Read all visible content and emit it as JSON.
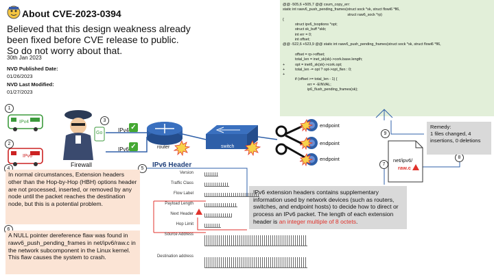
{
  "title": "About CVE-2023-0394",
  "belief": "Believed that this design weakness already been fixed before CVE release to public. So do not worry about that.",
  "date": "30th Jan 2023",
  "nvd": {
    "published_label": "NVD Published Date:",
    "published": "01/26/2023",
    "modified_label": "NVD Last Modified:",
    "modified": "01/27/2023"
  },
  "code": [
    "@@ -505,6 +505,7 @@ csum_copy_err:",
    "static int rawv6_push_pending_frames(struct sock *sk, struct flowi6 *fl6,",
    "                                                               struct raw6_sock *rp)",
    "{",
    "            struct ipv6_txoptions *opt;",
    "            struct sk_buff *skb;",
    "            int err = 0;",
    "            int offset;",
    "@@ -522,6 +523,9 @@ static int rawv6_push_pending_frames(struct sock *sk, struct flowi6 *fl6,",
    "",
    "            offset = rp->offset;",
    "            total_len = inet_sk(sk)->cork.base.length;",
    "+          opt = inet6_sk(sk)->cork.opt;",
    "+          total_len -= opt ? opt->opt_flen : 0;",
    "+",
    "            if (offset >= total_len - 1) {",
    "                        err = -EINVAL;",
    "                        ip6_flush_pending_frames(sk);"
  ],
  "labels": {
    "ipv4_bus": "IPv4",
    "ipv6_bus": "IPv6",
    "firewall": "Firewall",
    "go": "Go",
    "ipv4": "IPv4",
    "ipv6": "IPv6",
    "router": "router",
    "switch": "switch",
    "endpoint": "endpoint",
    "ipv6_header": "IPv6 Header",
    "file": "net/ipv6/",
    "file_red": "raw.c"
  },
  "nums": [
    "1",
    "2",
    "3",
    "4",
    "5",
    "6",
    "7",
    "8",
    "9"
  ],
  "box4": "In normal circumstances, Extension headers other than the Hop-by-Hop (HBH) options header are not processed, inserted, or removed by any node until the packet reaches the destination node, but this is a potential problem.",
  "box6": "A NULL pointer dereference flaw was found in rawv6_push_pending_frames in net/ipv6/raw.c in the network subcomponent in the Linux kernel. This flaw causes the system to crash.",
  "grey": {
    "text": "IPv6 extension headers contains supplementary information used by network devices (such as routers, switches, and endpoint hosts) to decide how to direct or process an IPv6 packet. The length of each extension header is ",
    "red": "an integer multiple of 8 octets",
    "end": "."
  },
  "remedy": {
    "title": "Remedy:",
    "text": "1 files changed, 4 insertions, 0 deletions"
  },
  "header_fields": [
    "Version",
    "Traffic Class",
    "Flow Label",
    "Payload Length",
    "Next Header",
    "Hop Limit",
    "Source Address",
    "Destination address"
  ],
  "colors": {
    "code_bg": "#e2efd9",
    "pink": "#fbe4d5",
    "grey": "#d9d9d9",
    "red": "#e0322b",
    "accent": "#2e5fa8",
    "green": "#44a832"
  }
}
